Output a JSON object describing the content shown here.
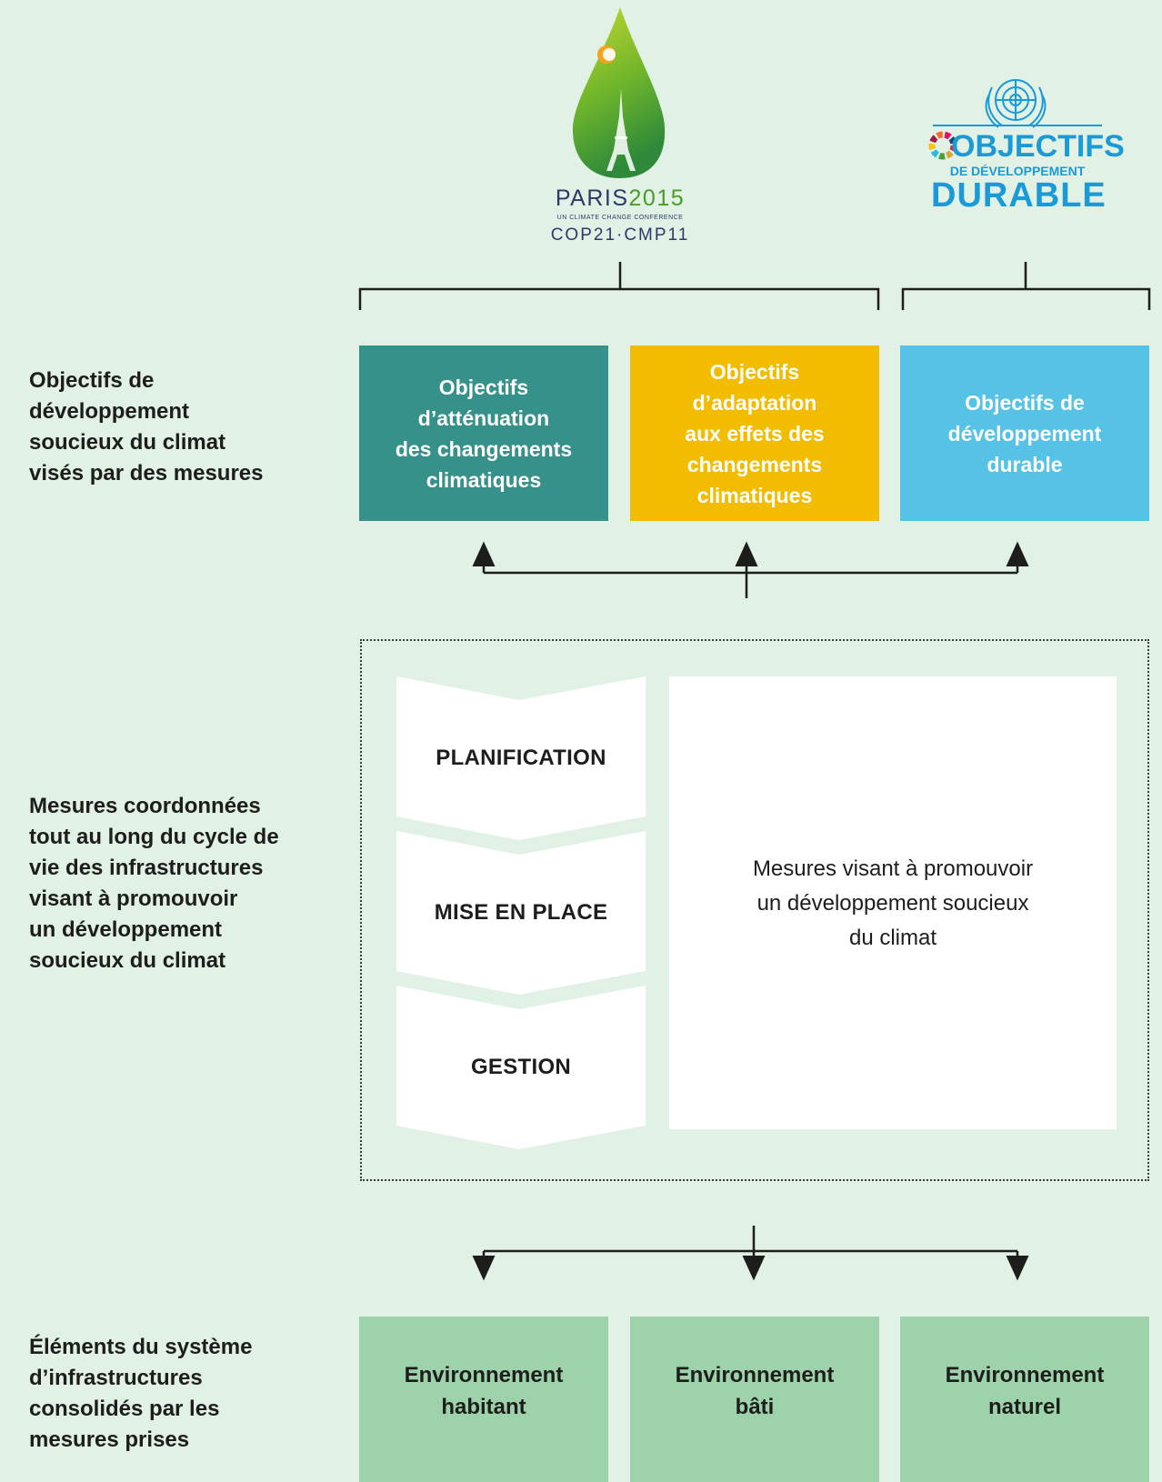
{
  "logos": {
    "cop21": {
      "line1a": "PARIS",
      "line1b": "2015",
      "line2": "UN CLIMATE CHANGE CONFERENCE",
      "line3": "COP21·CMP11",
      "colors": {
        "navy": "#2b3a67",
        "green": "#4c9a2a"
      }
    },
    "sdg": {
      "line1": "OBJECTIFS",
      "line2": "DE DÉVELOPPEMENT",
      "line3": "DURABLE",
      "color": "#1a9ad6"
    }
  },
  "rows": {
    "objectives_label": "Objectifs de\ndéveloppement\nsoucieux du climat\nvisés par des mesures",
    "measures_label": "Mesures coordonnées\ntout au long du cycle de\nvie des infrastructures\nvisant à promouvoir\nun développement\nsoucieux du climat",
    "elements_label": "Éléments du système\nd’infrastructures\nconsolidés par les\nmesures prises"
  },
  "objectives": [
    {
      "label": "Objectifs\nd’atténuation\ndes changements\nclimatiques",
      "color": "#36918b"
    },
    {
      "label": "Objectifs\nd’adaptation\naux effets des\nchangements\nclimatiques",
      "color": "#f2bc00"
    },
    {
      "label": "Objectifs de\ndéveloppement\ndurable",
      "color": "#56c3e6"
    }
  ],
  "phases": [
    "PLANIFICATION",
    "MISE EN PLACE",
    "GESTION"
  ],
  "measures_text": "Mesures visant à promouvoir\nun développement soucieux\ndu climat",
  "environments": [
    "Environnement\nhabitant",
    "Environnement\nbâti",
    "Environnement\nnaturel"
  ],
  "colors": {
    "background": "#e1f1e5",
    "env_box": "#9dd2ab",
    "lines": "#1d1d1b"
  }
}
